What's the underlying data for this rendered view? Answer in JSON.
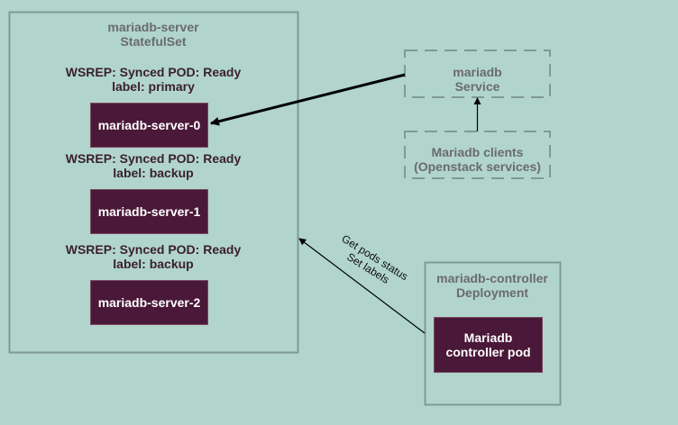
{
  "statefulset": {
    "title_line1": "mariadb-server",
    "title_line2": "StatefulSet"
  },
  "pods": [
    {
      "status_line1": "WSREP: Synced POD: Ready",
      "status_line2": "label: primary",
      "name": "mariadb-server-0"
    },
    {
      "status_line1": "WSREP: Synced POD: Ready",
      "status_line2": "label: backup",
      "name": "mariadb-server-1"
    },
    {
      "status_line1": "WSREP: Synced POD: Ready",
      "status_line2": "label: backup",
      "name": "mariadb-server-2"
    }
  ],
  "service": {
    "line1": "mariadb",
    "line2": "Service"
  },
  "clients": {
    "line1": "Mariadb clients",
    "line2": "(Openstack services)"
  },
  "deployment": {
    "title_line1": "mariadb-controller",
    "title_line2": "Deployment"
  },
  "controller_pod": {
    "line1": "Mariadb",
    "line2": "controller pod"
  },
  "controller_edge": {
    "line1": "Get pods status",
    "line2": "Set labels"
  },
  "colors": {
    "background": "#b1d5cd",
    "border": "#7f9a90",
    "pod_fill": "#4a1838"
  }
}
